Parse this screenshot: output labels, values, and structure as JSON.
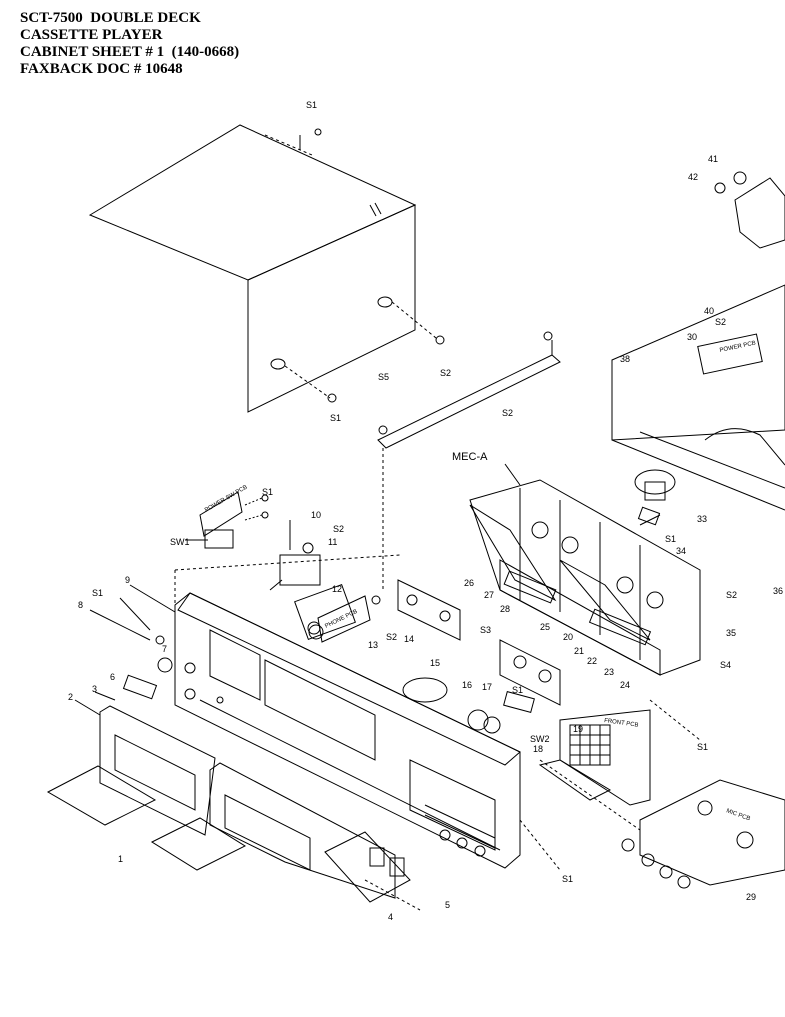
{
  "header": {
    "line1": "SCT-7500  DOUBLE DECK",
    "line2": "CASSETTE PLAYER",
    "line3": "CABINET SHEET # 1  (140-0668)",
    "line4": "FAXBACK DOC # 10648"
  },
  "labels": {
    "mec_a": "MEC-A",
    "sw1": "SW1",
    "sw2": "SW2",
    "s1": "S1",
    "s2": "S2",
    "s3": "S3",
    "s4": "S4",
    "s5": "S5",
    "n1": "1",
    "n2": "2",
    "n3": "3",
    "n4": "4",
    "n5": "5",
    "n6": "6",
    "n7": "7",
    "n8": "8",
    "n9": "9",
    "n10": "10",
    "n11": "11",
    "n12": "12",
    "n13": "13",
    "n14": "14",
    "n15": "15",
    "n16": "16",
    "n17": "17",
    "n18": "18",
    "n19": "19",
    "n20": "20",
    "n21": "21",
    "n22": "22",
    "n23": "23",
    "n24": "24",
    "n25": "25",
    "n26": "26",
    "n27": "27",
    "n28": "28",
    "n29": "29",
    "n30": "30",
    "n33": "33",
    "n34": "34",
    "n35": "35",
    "n36": "36",
    "n38": "38",
    "n40": "40",
    "n41": "41",
    "n42": "42"
  },
  "pcb_labels": {
    "power_switch_pcb": "POWER SW PCB",
    "phone_pcb": "PHONE PCB",
    "front_pcb": "FRONT PCB",
    "power_pcb": "POWER PCB",
    "mic_pcb": "MIC PCB"
  }
}
